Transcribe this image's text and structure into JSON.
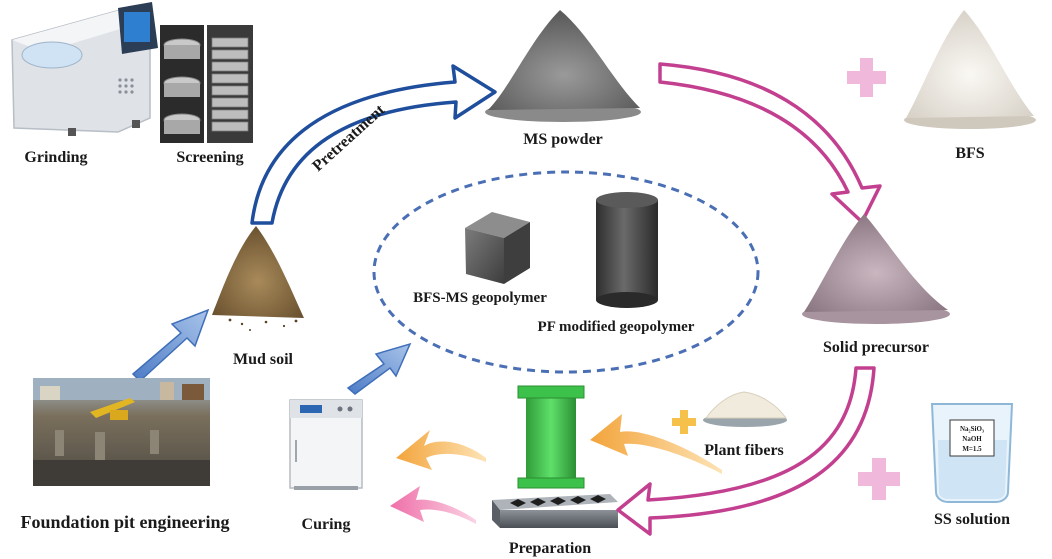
{
  "labels": {
    "grinding": "Grinding",
    "screening": "Screening",
    "pretreatment": "Pretreatment",
    "ms_powder": "MS powder",
    "bfs": "BFS",
    "bfs_ms_geopolymer": "BFS-MS geopolymer",
    "pf_modified_geopolymer": "PF modified geopolymer",
    "mud_soil": "Mud soil",
    "solid_precursor": "Solid precursor",
    "plant_fibers": "Plant fibers",
    "ss_solution": "SS solution",
    "curing": "Curing",
    "preparation": "Preparation",
    "foundation_pit_engineering": "Foundation pit engineering"
  },
  "beaker_label": {
    "line1": "Na₂SiO₃",
    "line2": "NaOH",
    "line3": "M=1.5"
  },
  "colors": {
    "blue_arrow": "#1f4e9c",
    "magenta_arrow": "#c2408f",
    "orange_arrow": "#f3a43b",
    "pink_arrow": "#ef6fa8",
    "plus_pink": "#f0b9dc",
    "plus_orange": "#f6c14a",
    "dashed_ellipse": "#4a6fb5",
    "light_blue_arrow": "#6f97d3",
    "mold_green": "#3cc24a"
  }
}
